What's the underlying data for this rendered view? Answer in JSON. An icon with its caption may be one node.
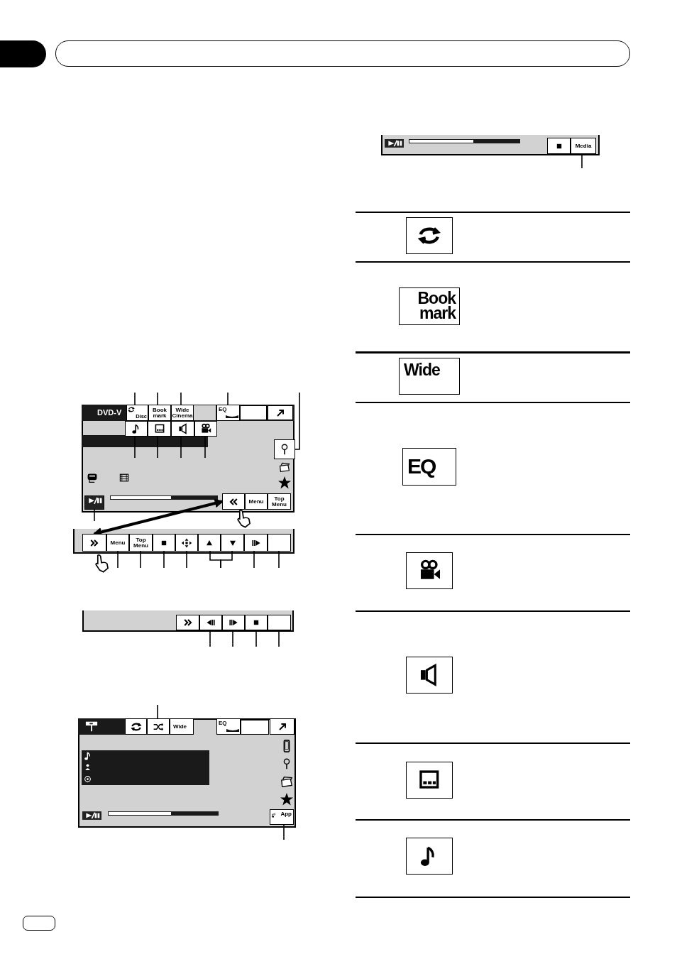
{
  "diagram": {
    "nodes": [
      {
        "text": [
          "Disc"
        ]
      },
      {
        "text": [
          "Book mark"
        ]
      },
      {
        "text": [
          "Wide Cinema"
        ]
      },
      {
        "text": [
          "EQ"
        ]
      },
      {
        "text": [],
        "shape": "box"
      },
      {
        "text": [],
        "shape": "box"
      },
      {
        "text": [],
        "shape": "box"
      },
      {
        "text": [],
        "shape": "box"
      },
      {
        "text": [],
        "shape": "box"
      },
      {
        "text": [],
        "shape": "box"
      },
      {
        "text": [],
        "shape": "box"
      },
      {
        "text": [],
        "shape": "box"
      },
      {
        "text": [
          "Menu"
        ]
      },
      {
        "text": [
          "Top Menu"
        ]
      },
      {
        "text": [],
        "shape": "box"
      },
      {
        "text": [],
        "shape": "box"
      },
      {
        "text": [],
        "shape": "box"
      },
      {
        "text": [],
        "shape": "box"
      },
      {
        "text": [],
        "shape": "box"
      },
      {
        "text": [],
        "shape": "box"
      },
      {
        "text": [],
        "shape": "box"
      },
      {
        "text": [],
        "shape": "box"
      },
      {
        "text": [],
        "shape": "box"
      },
      {
        "text": [],
        "shape": "box"
      },
      {
        "text": [],
        "shape": "box"
      },
      {
        "text": [
          "App"
        ]
      },
      {
        "text": [
          "Media"
        ]
      },
      {
        "text": [],
        "shape": "box"
      },
      {
        "text": [],
        "shape": "box"
      },
      {
        "text": [
          "Menu"
        ]
      },
      {
        "text": [
          "Top Menu"
        ]
      },
      {
        "text": [],
        "shape": "box"
      },
      {
        "text": [],
        "shape": "box"
      },
      {
        "text": [
          "Wide"
        ]
      },
      {
        "text": [
          "EQ"
        ]
      },
      {
        "text": [],
        "shape": "box"
      },
      {
        "text": [],
        "shape": "box"
      },
      {
        "text": [],
        "shape": "box"
      }
    ],
    "edges": [
      {
        "from": null,
        "to": 0,
        "arrow": "none"
      },
      {
        "from": null,
        "to": 1,
        "arrow": "none"
      },
      {
        "from": null,
        "to": 2,
        "arrow": "none"
      },
      {
        "from": null,
        "to": 3,
        "arrow": "none"
      },
      {
        "from": null,
        "to": 4,
        "arrow": "none"
      },
      {
        "from": null,
        "to": 5,
        "arrow": "none"
      },
      {
        "from": null,
        "to": 6,
        "arrow": "none"
      },
      {
        "from": null,
        "to": 7,
        "arrow": "none"
      },
      {
        "from": null,
        "to": 8,
        "arrow": "none"
      },
      {
        "from": null,
        "to": 9,
        "arrow": "none"
      },
      {
        "from": 10,
        "to": 11,
        "arrow": "both",
        "style": "thick"
      },
      {
        "from": null,
        "to": 12,
        "arrow": "none"
      },
      {
        "from": null,
        "to": 13,
        "arrow": "none"
      },
      {
        "from": null,
        "to": 14,
        "arrow": "none"
      },
      {
        "from": null,
        "to": 15,
        "arrow": "none"
      },
      {
        "from": null,
        "to": 16,
        "arrow": "none"
      },
      {
        "from": null,
        "to": 17,
        "arrow": "none"
      },
      {
        "from": null,
        "to": 18,
        "arrow": "none"
      },
      {
        "from": null,
        "to": 19,
        "arrow": "none"
      },
      {
        "from": null,
        "to": 20,
        "arrow": "none"
      },
      {
        "from": null,
        "to": 21,
        "arrow": "none"
      },
      {
        "from": null,
        "to": 22,
        "arrow": "none"
      },
      {
        "from": null,
        "to": 23,
        "arrow": "none"
      },
      {
        "from": null,
        "to": 24,
        "arrow": "none"
      },
      {
        "from": null,
        "to": 25,
        "arrow": "none"
      },
      {
        "from": null,
        "to": 26,
        "arrow": "none"
      }
    ],
    "labels": [
      "DVD-V",
      "Book mark",
      "Wide",
      "EQ"
    ]
  }
}
